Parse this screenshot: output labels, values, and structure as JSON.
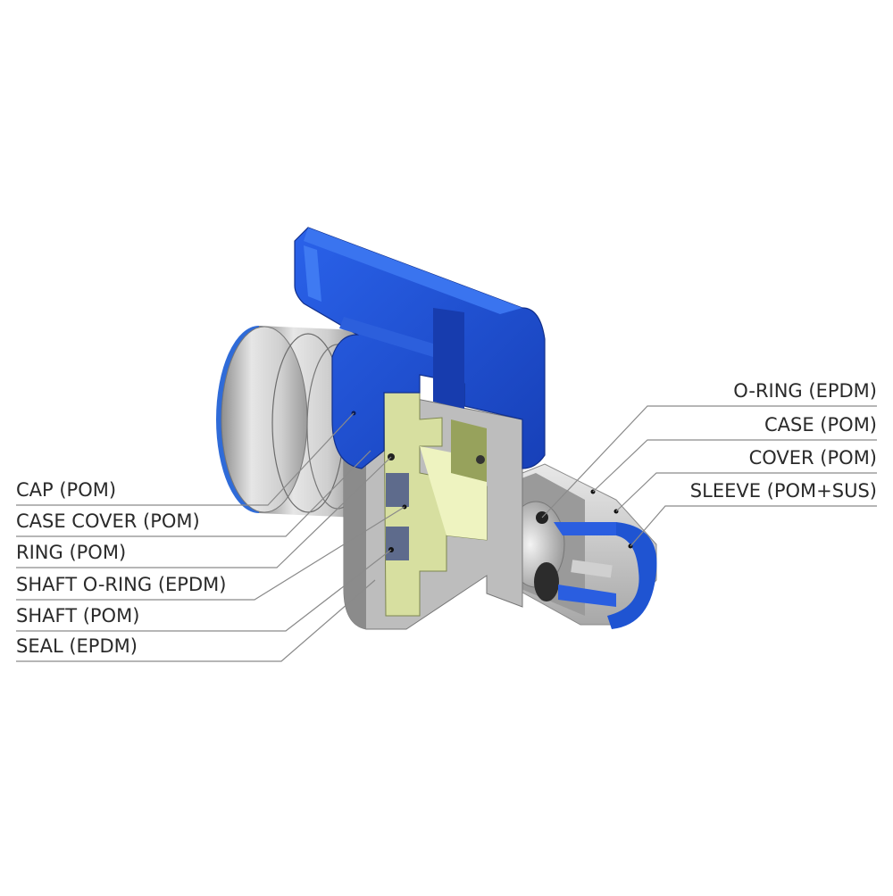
{
  "diagram": {
    "type": "exploded cutaway view",
    "subject": "mini ball valve with push-fit connector",
    "colors": {
      "handle_blue": "#1f4fd6",
      "handle_blue_dark": "#163aa8",
      "body_gray": "#b9b9b9",
      "body_gray_dark": "#8c8c8c",
      "shaft_green": "#d9e0a2",
      "shaft_green_dark": "#8f9a55",
      "seal_slate": "#5c6a8c",
      "leader_line": "#8a8a8a",
      "text": "#2a2a2a"
    }
  },
  "labels_left": [
    {
      "id": "cap",
      "text": "CAP (POM)"
    },
    {
      "id": "case-cover",
      "text": "CASE COVER (POM)"
    },
    {
      "id": "ring",
      "text": "RING (POM)"
    },
    {
      "id": "shaft-o-ring",
      "text": "SHAFT O-RING (EPDM)"
    },
    {
      "id": "shaft",
      "text": "SHAFT (POM)"
    },
    {
      "id": "seal",
      "text": "SEAL (EPDM)"
    }
  ],
  "labels_right": [
    {
      "id": "o-ring",
      "text": "O-RING (EPDM)"
    },
    {
      "id": "case",
      "text": "CASE (POM)"
    },
    {
      "id": "cover",
      "text": "COVER (POM)"
    },
    {
      "id": "sleeve",
      "text": "SLEEVE (POM+SUS)"
    }
  ]
}
